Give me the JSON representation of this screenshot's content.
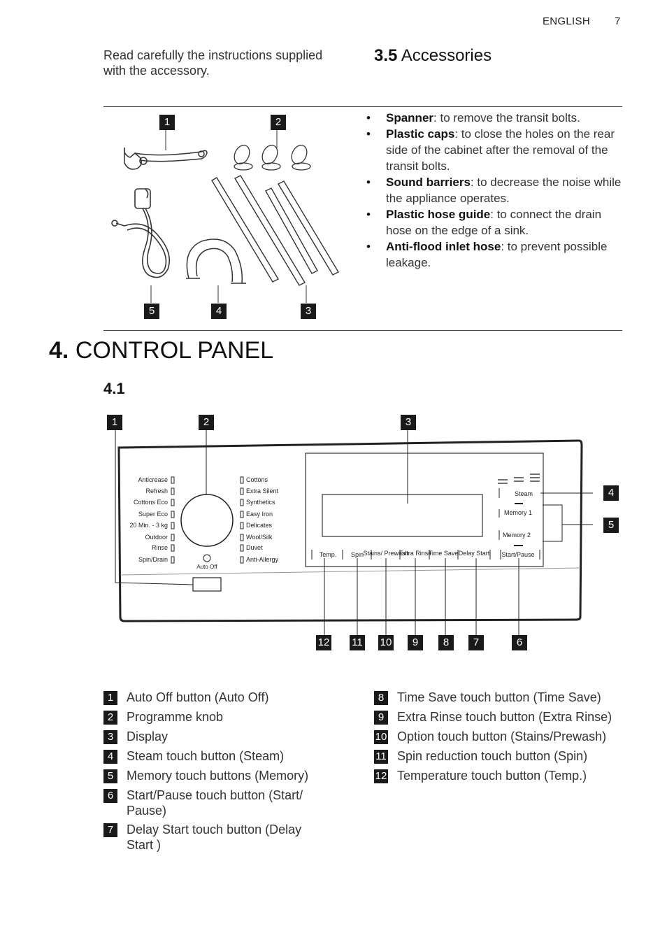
{
  "header": {
    "language": "ENGLISH",
    "page_number": "7"
  },
  "intro_text": "Read carefully the instructions supplied with the accessory.",
  "accessories": {
    "section_number": "3.5",
    "title": "Accessories",
    "callouts": [
      "1",
      "2",
      "3",
      "4",
      "5"
    ],
    "items": [
      {
        "name": "Spanner",
        "desc": ": to remove the transit bolts."
      },
      {
        "name": "Plastic caps",
        "desc": ": to close the holes on the rear side of the cabinet after the removal of the transit bolts."
      },
      {
        "name": "Sound barriers",
        "desc": ": to decrease the noise while the appliance operates."
      },
      {
        "name": "Plastic hose guide",
        "desc": ": to connect the drain hose on the edge of a sink."
      },
      {
        "name": "Anti-flood inlet hose",
        "desc": ": to prevent possible leakage."
      }
    ]
  },
  "control_panel": {
    "chapter_number": "4.",
    "title": "CONTROL PANEL",
    "subsection": "4.1",
    "left_programmes": [
      "Anticrease",
      "Refresh",
      "Cottons Eco",
      "Super Eco",
      "20 Min. - 3 kg",
      "Outdoor",
      "Rinse",
      "Spin/Drain"
    ],
    "right_programmes": [
      "Cottons",
      "Extra Silent",
      "Synthetics",
      "Easy Iron",
      "Delicates",
      "Wool/Silk",
      "Duvet",
      "Anti-Allergy"
    ],
    "auto_off_label": "Auto Off",
    "buttons": [
      "Temp.",
      "Spin",
      "Stains/ Prewash",
      "Extra Rinse",
      "Time Save",
      "Delay Start",
      "Start/Pause"
    ],
    "steam_label": "Steam",
    "memory_labels": [
      "Memory 1",
      "Memory 2"
    ],
    "callouts": [
      "1",
      "2",
      "3",
      "4",
      "5",
      "6",
      "7",
      "8",
      "9",
      "10",
      "11",
      "12"
    ]
  },
  "legend_left": [
    {
      "num": "1",
      "text": "Auto Off button (Auto Off)"
    },
    {
      "num": "2",
      "text": "Programme knob"
    },
    {
      "num": "3",
      "text": "Display"
    },
    {
      "num": "4",
      "text": "Steam touch button (Steam)"
    },
    {
      "num": "5",
      "text": "Memory touch buttons (Memory)"
    },
    {
      "num": "6",
      "text": "Start/Pause touch button (Start/ Pause)"
    },
    {
      "num": "7",
      "text": "Delay Start touch button (Delay Start )"
    }
  ],
  "legend_right": [
    {
      "num": "8",
      "text": "Time Save touch button (Time Save)"
    },
    {
      "num": "9",
      "text": "Extra Rinse touch button (Extra Rinse)"
    },
    {
      "num": "10",
      "text": "Option touch button (Stains/Prewash)"
    },
    {
      "num": "11",
      "text": "Spin reduction touch button (Spin)"
    },
    {
      "num": "12",
      "text": "Temperature touch button (Temp.)"
    }
  ]
}
